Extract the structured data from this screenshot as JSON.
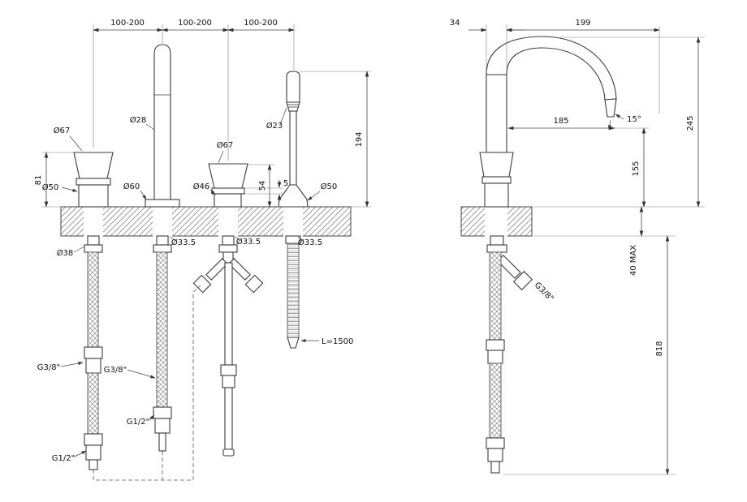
{
  "front_view": {
    "span1": "100-200",
    "span2": "100-200",
    "span3": "100-200",
    "handle1_top_dia": "Ø67",
    "spout_top_dia": "Ø28",
    "handle2_top_dia": "Ø67",
    "shower_top_dia": "Ø23",
    "handle1_height": "81",
    "handle1_base_dia": "Ø50",
    "spout_base_dia": "Ø60",
    "handle2_base_dia": "Ø46",
    "shower_base_dia": "Ø50",
    "handle2_height": "54",
    "ring_height": "5",
    "shower_height": "194",
    "supply_hose_dia": "Ø38",
    "deck_hole_dia_1": "Ø33.5",
    "deck_hole_dia_2": "Ø33.5",
    "deck_hole_dia_3": "Ø33.5",
    "supply_conn_1": "G3/8\"",
    "supply_conn_2": "G3/8\"",
    "outlet_conn_1": "G1/2\"",
    "outlet_conn_2": "G1/2\"",
    "shower_hose_length": "L=1500"
  },
  "side_view": {
    "body_width": "34",
    "spout_reach_outer": "199",
    "spout_reach": "185",
    "outlet_angle": "15°",
    "height_above_deck": "245",
    "outlet_height": "155",
    "deck_thickness_max": "40 MAX",
    "hose_length_below": "818",
    "diverter_conn": "G3/8\""
  },
  "colors": {
    "line": "#3c3c3c",
    "dimension": "#444444",
    "background": "#ffffff"
  }
}
